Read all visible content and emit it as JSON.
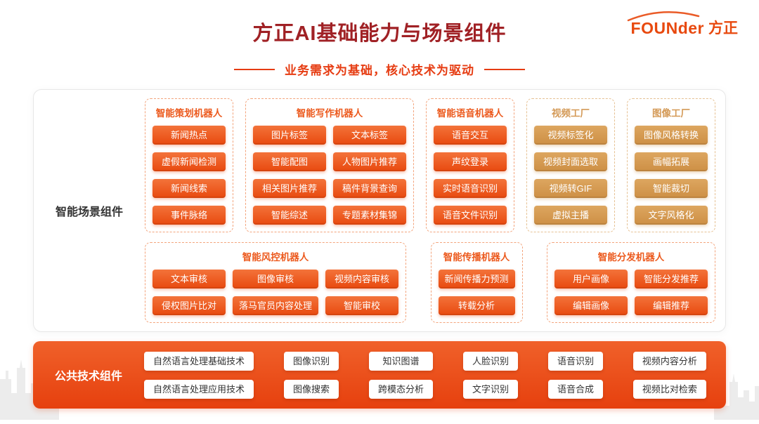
{
  "header": {
    "title": "方正AI基础能力与场景组件",
    "logo_en": "FOUNder",
    "logo_cn": "方正",
    "subtitle": "业务需求为基础，核心技术为驱动"
  },
  "scene_section": {
    "label": "智能场景组件",
    "groups_row1": [
      {
        "id": "planning-robot",
        "title": "智能策划机器人",
        "theme": "orange",
        "cols": 1,
        "items": [
          "新闻热点",
          "虚假新闻检测",
          "新闻线索",
          "事件脉络"
        ]
      },
      {
        "id": "writing-robot",
        "title": "智能写作机器人",
        "theme": "orange",
        "cols": 2,
        "items": [
          "图片标签",
          "文本标签",
          "智能配图",
          "人物图片推荐",
          "相关图片推荐",
          "稿件背景查询",
          "智能综述",
          "专题素材集锦"
        ]
      },
      {
        "id": "voice-robot",
        "title": "智能语音机器人",
        "theme": "orange",
        "cols": 1,
        "items": [
          "语音交互",
          "声纹登录",
          "实时语音识别",
          "语音文件识别"
        ]
      },
      {
        "id": "video-factory",
        "title": "视频工厂",
        "theme": "tan",
        "cols": 1,
        "items": [
          "视频标签化",
          "视频封面选取",
          "视频转GIF",
          "虚拟主播"
        ]
      },
      {
        "id": "image-factory",
        "title": "图像工厂",
        "theme": "tan",
        "cols": 1,
        "items": [
          "图像风格转换",
          "画幅拓展",
          "智能裁切",
          "文字风格化"
        ]
      }
    ],
    "groups_row2": [
      {
        "id": "risk-robot",
        "title": "智能风控机器人",
        "theme": "orange",
        "cols": 3,
        "items": [
          "文本审核",
          "图像审核",
          "视频内容审核",
          "侵权图片比对",
          "落马官员内容处理",
          "智能审校"
        ]
      },
      {
        "id": "spread-robot",
        "title": "智能传播机器人",
        "theme": "orange",
        "cols": 1,
        "items": [
          "新闻传播力预测",
          "转载分析"
        ]
      },
      {
        "id": "distribution-robot",
        "title": "智能分发机器人",
        "theme": "orange",
        "cols": 2,
        "items": [
          "用户画像",
          "智能分发推荐",
          "编辑画像",
          "编辑推荐"
        ]
      }
    ]
  },
  "tech_section": {
    "label": "公共技术组件",
    "items": [
      "自然语言处理基础技术",
      "图像识别",
      "知识图谱",
      "人脸识别",
      "语音识别",
      "视频内容分析",
      "自然语言处理应用技术",
      "图像搜索",
      "跨模态分析",
      "文字识别",
      "语音合成",
      "视频比对检索"
    ]
  },
  "colors": {
    "title": "#a02125",
    "accent_orange": "#e8490f",
    "tan": "#d49a57",
    "banner": "#ec5a22"
  }
}
